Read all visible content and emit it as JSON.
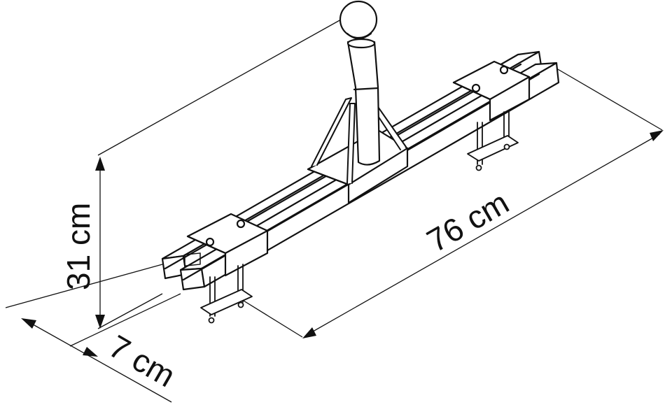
{
  "dimensions": {
    "height": "31 cm",
    "length": "76 cm",
    "depth": "7 cm"
  },
  "colors": {
    "line": "#111111",
    "background": "#ffffff"
  }
}
